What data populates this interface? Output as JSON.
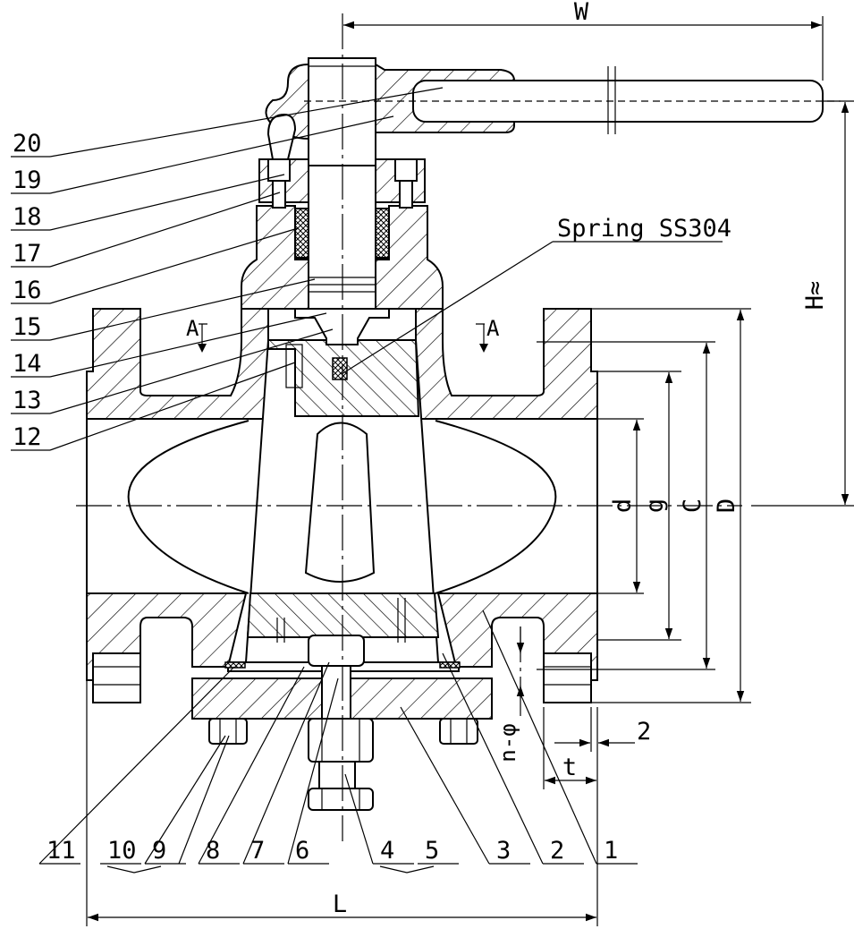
{
  "callouts": {
    "left": [
      "20",
      "19",
      "18",
      "17",
      "16",
      "15",
      "14",
      "13",
      "12"
    ],
    "bottom": [
      "11",
      "10",
      "9",
      "8",
      "7",
      "6",
      "4",
      "5",
      "3",
      "2",
      "1"
    ]
  },
  "spring_label": "Spring SS304",
  "section_marks": {
    "left": "A",
    "right": "A"
  },
  "dimensions": {
    "W": "W",
    "H": "H≈",
    "d": "d",
    "g": "g",
    "C": "C",
    "D": "D",
    "L": "L",
    "t": "t",
    "n_phi": "n-φ",
    "two": "2"
  }
}
